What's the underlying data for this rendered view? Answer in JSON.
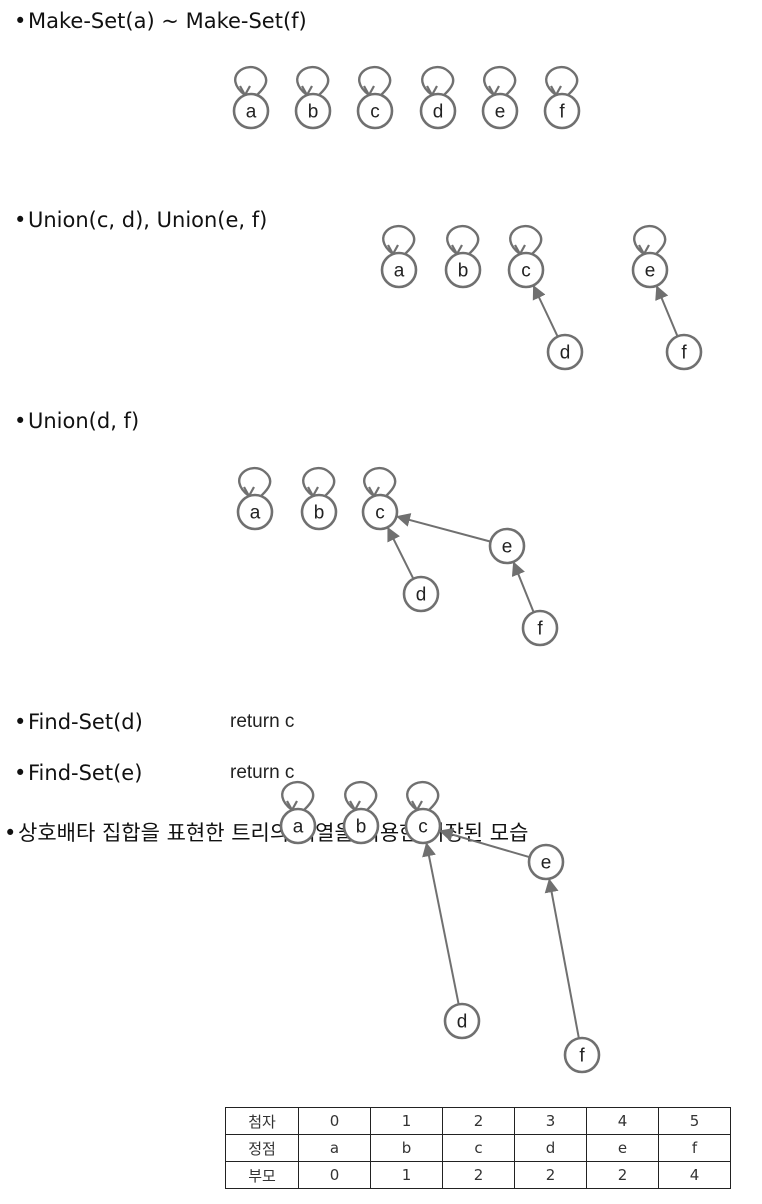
{
  "sections": {
    "make_set": {
      "title": "Make-Set(a) ~ Make-Set(f)"
    },
    "union_cd_ef": {
      "title": "Union(c, d), Union(e, f)"
    },
    "union_df": {
      "title": "Union(d, f)"
    },
    "find_d": {
      "title": "Find-Set(d)",
      "result": "return  c"
    },
    "find_e": {
      "title": "Find-Set(e)",
      "result": "return  c"
    },
    "array_repr": {
      "title": "상호배타 집합을 표현한 트리의 배열을 이용한 저장된 모습"
    }
  },
  "bullet_glyph": "•",
  "nodes": [
    "a",
    "b",
    "c",
    "d",
    "e",
    "f"
  ],
  "table": {
    "rows": [
      {
        "header": "첨자",
        "cells": [
          "0",
          "1",
          "2",
          "3",
          "4",
          "5"
        ]
      },
      {
        "header": "정점",
        "cells": [
          "a",
          "b",
          "c",
          "d",
          "e",
          "f"
        ]
      },
      {
        "header": "부모",
        "cells": [
          "0",
          "1",
          "2",
          "2",
          "2",
          "4"
        ]
      }
    ]
  },
  "colors": {
    "stroke": "#707070",
    "text": "#222222"
  }
}
